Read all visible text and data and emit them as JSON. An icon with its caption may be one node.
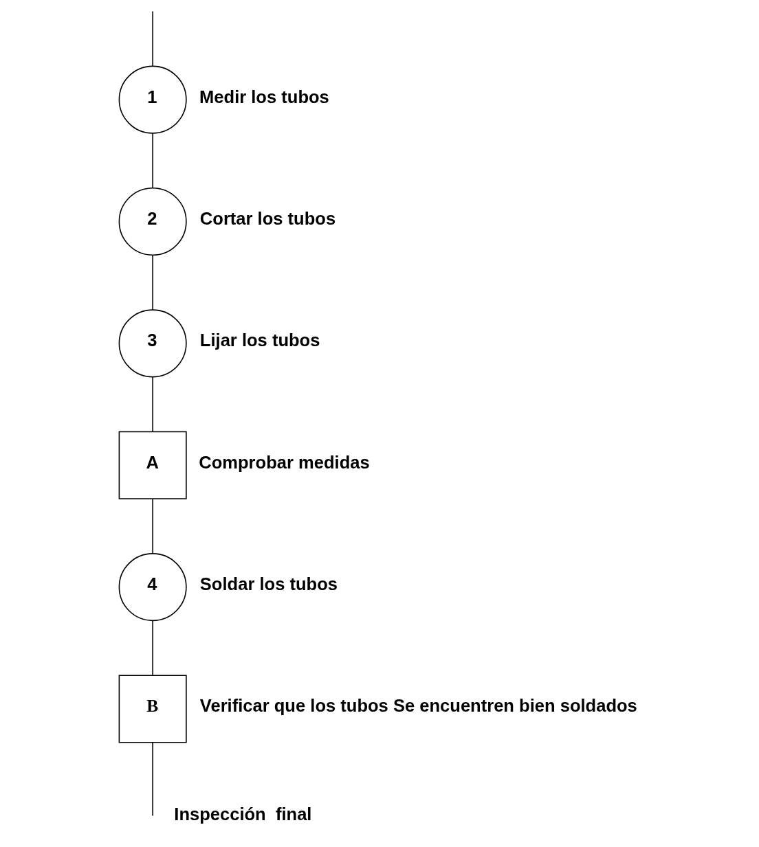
{
  "diagram": {
    "nodes": [
      {
        "text": [
          "1"
        ],
        "beside": [
          "Medir los tubos"
        ]
      },
      {
        "text": [
          "2"
        ],
        "beside": [
          "Cortar los tubos"
        ]
      },
      {
        "text": [
          "3"
        ],
        "beside": [
          "Lijar los tubos"
        ]
      },
      {
        "text": [
          "A"
        ],
        "beside": [
          "Comprobar medidas"
        ]
      },
      {
        "text": [
          "4"
        ],
        "beside": [
          "Soldar los tubos"
        ]
      },
      {
        "text": [
          "B"
        ],
        "beside": [
          "Verificar que los tubos Se encuentren bien soldados"
        ]
      }
    ],
    "edges": [
      {
        "from": null,
        "to": 0,
        "arrow": "none"
      },
      {
        "from": 0,
        "to": 1,
        "arrow": "none"
      },
      {
        "from": 1,
        "to": 2,
        "arrow": "none"
      },
      {
        "from": 2,
        "to": 3,
        "arrow": "none"
      },
      {
        "from": 3,
        "to": 4,
        "arrow": "none"
      },
      {
        "from": 4,
        "to": 5,
        "arrow": "none"
      },
      {
        "from": 5,
        "to": null,
        "arrow": "none"
      }
    ],
    "labels": [
      "Inspección  final"
    ]
  }
}
